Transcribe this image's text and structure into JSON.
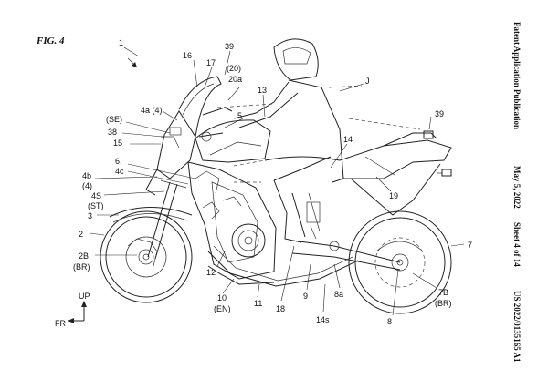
{
  "figure": {
    "title": "FIG. 4",
    "header_left": "Patent Application Publication",
    "header_date": "May 5, 2022",
    "header_sheet": "Sheet 4 of 14",
    "header_number": "US 2022/0135165 A1"
  },
  "labels": {
    "l1": "1",
    "l16": "16",
    "l17": "17",
    "l39a": "39",
    "l20": "(20)",
    "l20a": "20a",
    "lJ": "J",
    "l13": "13",
    "l4a": "4a (4)",
    "l5": "5",
    "lSE": "(SE)",
    "l38": "38",
    "l15": "15",
    "l6": "6.",
    "l4c": "4c",
    "l4b": "4b",
    "l4paren": "(4)",
    "l4S": "4S",
    "lST": "(ST)",
    "l3": "3",
    "l2": "2",
    "l2B": "2B",
    "lBR1": "(BR)",
    "l14": "14",
    "l39b": "39",
    "l19": "19",
    "l7": "7",
    "l7B": "7B",
    "lBR2": "(BR)",
    "l12": "12",
    "l10": "10",
    "lEN": "(EN)",
    "l11": "11",
    "l18": "18",
    "l9": "9",
    "l14s": "14s",
    "l8a": "8a",
    "l8": "8"
  },
  "axes": {
    "up": "UP",
    "fr": "FR"
  }
}
